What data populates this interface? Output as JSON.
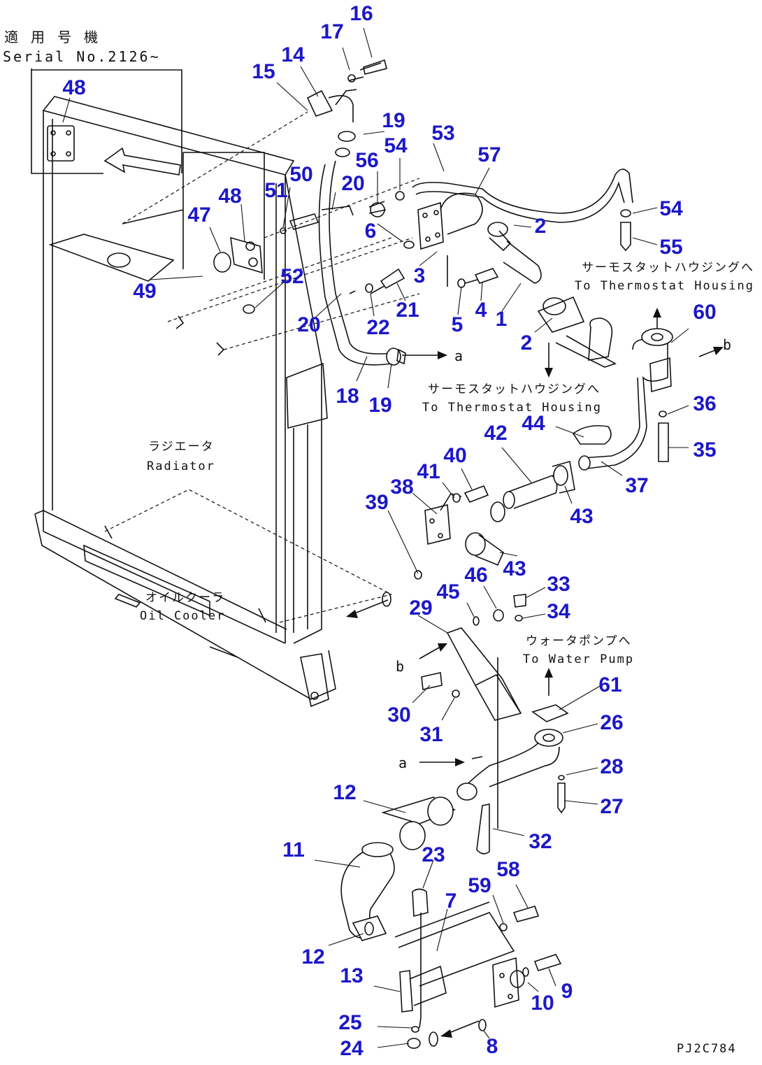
{
  "serial_box": {
    "line1": "適 用 号 機",
    "line2": "Serial No.2126~"
  },
  "labels": {
    "radiator_jp": "ラジエータ",
    "radiator_en": "Radiator",
    "oil_cooler_jp": "オイルクーラ",
    "oil_cooler_en": "Oil Cooler",
    "thermostat_top_jp": "サーモスタットハウジングへ",
    "thermostat_top_en": "To Thermostat Housing",
    "thermostat_mid_jp": "サーモスタットハウジングへ",
    "thermostat_mid_en": "To Thermostat Housing",
    "water_pump_jp": "ウォータポンプへ",
    "water_pump_en": "To Water Pump",
    "ref_a1": "a",
    "ref_a2": "a",
    "ref_b1": "b",
    "ref_b2": "b",
    "drawing_code": "PJ2C784"
  },
  "part_numbers": [
    "1",
    "2",
    "2",
    "3",
    "4",
    "5",
    "6",
    "7",
    "8",
    "9",
    "10",
    "11",
    "12",
    "12",
    "13",
    "14",
    "15",
    "16",
    "17",
    "18",
    "19",
    "19",
    "20",
    "20",
    "21",
    "22",
    "23",
    "24",
    "25",
    "26",
    "27",
    "28",
    "29",
    "30",
    "31",
    "32",
    "33",
    "34",
    "35",
    "36",
    "37",
    "38",
    "39",
    "40",
    "41",
    "42",
    "43",
    "43",
    "44",
    "45",
    "46",
    "47",
    "48",
    "48",
    "49",
    "50",
    "51",
    "52",
    "53",
    "54",
    "54",
    "55",
    "56",
    "57",
    "58",
    "59",
    "60",
    "61"
  ],
  "colors": {
    "callout": "#1c17c8",
    "linework": "#111111",
    "background": "#ffffff"
  }
}
